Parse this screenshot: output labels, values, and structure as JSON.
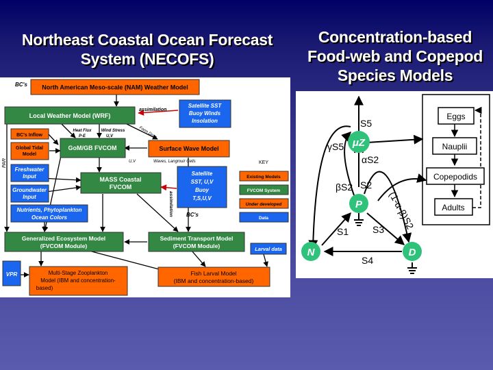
{
  "slide": {
    "left_title": [
      "Northeast Coastal Ocean Forecast",
      "System (NECOFS)"
    ],
    "right_title": [
      "Concentration-based",
      "Food-web and Copepod",
      "Species Models"
    ]
  },
  "colors": {
    "orange": "#ff6600",
    "green": "#338844",
    "blue": "#1a66ee",
    "white": "#ffffff",
    "node_green": "#2fc27a"
  },
  "necofs": {
    "bc_top": "BC's",
    "nam": "North American Meso-scale (NAM) Weather Model",
    "wrf": "Local Weather Model (WRF)",
    "assimilation_top": "assimilation",
    "satellite_sst_buoy": [
      "Satellite SST",
      "Buoy Winds",
      "Insolation"
    ],
    "bc_inflow": "BC's Inflow",
    "heat_flux": [
      "Heat Flux",
      "P-E"
    ],
    "wind_stress": [
      "Wind Stress",
      "U,V"
    ],
    "form_drag": "Form Drag",
    "global_tidal": [
      "Global Tidal",
      "Model"
    ],
    "gom_fvcom": "GoM/GB FVCOM",
    "surface_wave": "Surface Wave Model",
    "par": "PAR",
    "uv": "U,V",
    "waves_langmuir": "Waves, Langmuir Cells",
    "key_title": "KEY",
    "freshwater": [
      "Freshwater",
      "Input"
    ],
    "mass_coastal": [
      "MASS Coastal",
      "FVCOM"
    ],
    "satellite_sst_uv": [
      "Satellite",
      "SST, U,V",
      "Buoy",
      "T,S,U,V"
    ],
    "assimilation_side": "assimilation",
    "groundwater": [
      "Groundwater",
      "Input"
    ],
    "key_existing": "Existing Models",
    "key_fvcom": "FVCOM System",
    "key_under": "Under developed",
    "key_data": "Data",
    "nutrients": [
      "Nutrients, Phytoplankton",
      "Ocean Colors"
    ],
    "bc_bottom": "BC's",
    "ecosystem": [
      "Generalized Ecosystem Model",
      "(FVCOM Module)"
    ],
    "sediment": [
      "Sediment Transport Model",
      "(FVCOM Module)"
    ],
    "larval_data": "Larval data",
    "vpr": "VPR",
    "zooplankton": [
      "Multi-Stage Zooplankton",
      "Model (IBM and concentration-",
      "based)"
    ],
    "fish_larval": [
      "Fish Larval Model",
      "(IBM and concentration-based)"
    ]
  },
  "foodweb": {
    "nodes": {
      "n": "N",
      "p": "P",
      "d": "D",
      "z": "μZ"
    },
    "labels": {
      "s5_top": "S5",
      "gamma_s5": "γS5",
      "alpha_s2": "αS2",
      "beta_s2": "βS2",
      "s2": "S2",
      "one_minus": "(1-α-β)S2",
      "s1": "S1",
      "s3": "S3",
      "s4": "S4"
    },
    "stages": [
      "Eggs",
      "Nauplii",
      "Copepodids",
      "Adults"
    ]
  }
}
